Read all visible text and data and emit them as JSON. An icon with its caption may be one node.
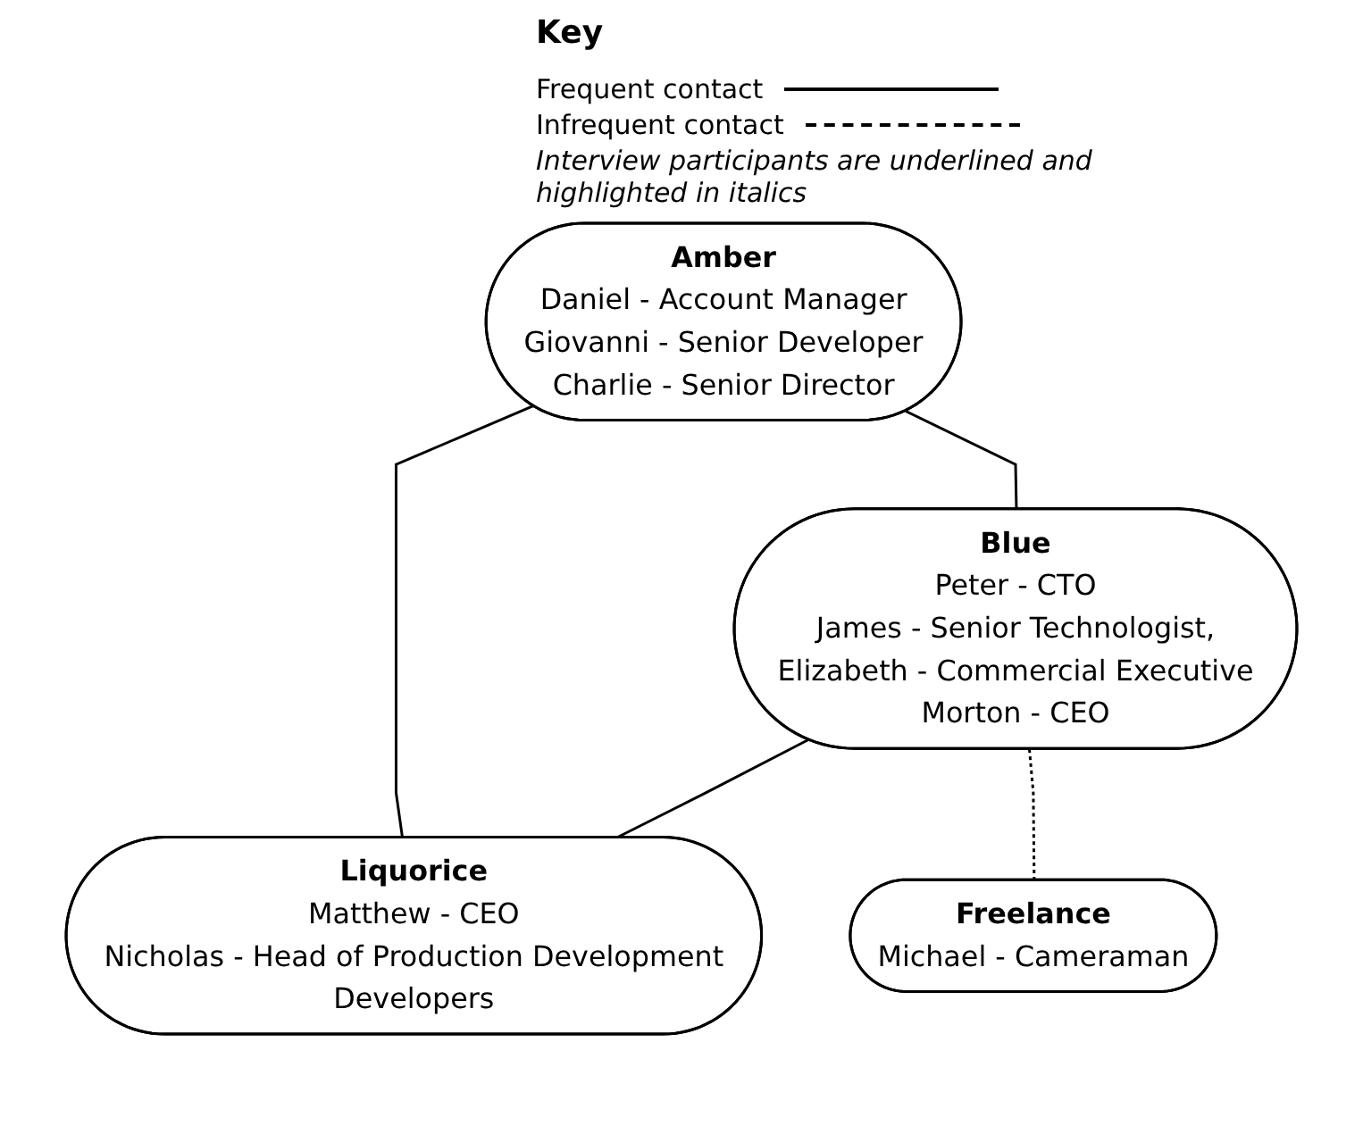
{
  "diagram": {
    "title": "Key",
    "nodes": [
      {
        "text": [
          "Amber",
          "Daniel - Account Manager",
          "Giovanni - Senior Developer",
          "Charlie - Senior Director"
        ]
      },
      {
        "text": [
          "Blue",
          "Peter - CTO",
          "James - Senior Technologist,",
          "Elizabeth - Commercial Executive",
          "Morton - CEO"
        ]
      },
      {
        "text": [
          "Liquorice",
          "Matthew - CEO",
          "Nicholas - Head of Production Development",
          "Developers"
        ]
      },
      {
        "text": [
          "Freelance",
          "Michael - Cameraman"
        ]
      }
    ],
    "edges": [
      {
        "from": 0,
        "to": 1,
        "arrow": "none"
      },
      {
        "from": 0,
        "to": 2,
        "arrow": "none"
      },
      {
        "from": 1,
        "to": 2,
        "arrow": "none"
      },
      {
        "from": 1,
        "to": 3,
        "arrow": "none",
        "style": "dashed"
      }
    ],
    "labels": [
      "Interview participants are underlined and highlighted in italics"
    ],
    "legend": [
      {
        "text": "Frequent contact"
      },
      {
        "text": "Infrequent contact"
      }
    ]
  }
}
